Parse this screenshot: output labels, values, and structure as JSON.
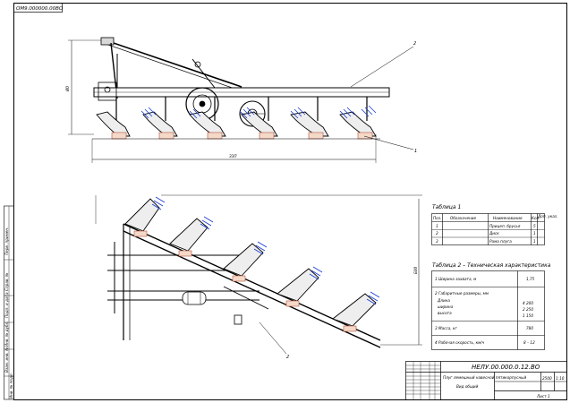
{
  "stamp_top": "ОМ9.000000.00ВО",
  "leaders": {
    "top_2": "2",
    "top_1": "1",
    "bottom_2": "2"
  },
  "dims": {
    "height_top": "Ø0",
    "length_top": "ЗЗП",
    "right_plan": "Б00"
  },
  "table1": {
    "title": "Таблица 1",
    "headers": [
      "Поз.",
      "Обозначение",
      "Наименование",
      "Кол.",
      "Доп. указ."
    ],
    "rows": [
      {
        "pos": "1",
        "name": "Прицеп. брусья",
        "qty": "5"
      },
      {
        "pos": "2",
        "name": "Диск",
        "qty": "1"
      },
      {
        "pos": "3",
        "name": "Рама плуга",
        "qty": "1"
      }
    ]
  },
  "table2": {
    "title": "Таблица 2 – Техническая характеристика",
    "rows": [
      {
        "label": "1 Ширина захвата, м",
        "value": "1,75"
      },
      {
        "label": "2 Габаритные размеры, мм",
        "sub": [
          "Длина",
          "ширина",
          "высота"
        ],
        "value": [
          "4 200",
          "2 250",
          "1 150"
        ]
      },
      {
        "label": "3 Масса, кг",
        "value": "780"
      },
      {
        "label": "4 Рабочая скорость, км/ч",
        "value": "8 – 12"
      }
    ]
  },
  "title_block": {
    "code": "НЕЛУ.00.000.0.12.ВО",
    "name": "Плуг лемешный навесной пятикорпусный",
    "sub": "Вид общий",
    "mass": "2500",
    "scale": "1:10",
    "sheet": "Лист 1"
  },
  "left_strip": [
    "Перв. примен.",
    "Справ. №",
    "Подп. и дата",
    "Инв. № дубл.",
    "Взам. инв. №",
    "Подп. и дата",
    "Инв. № подл."
  ]
}
